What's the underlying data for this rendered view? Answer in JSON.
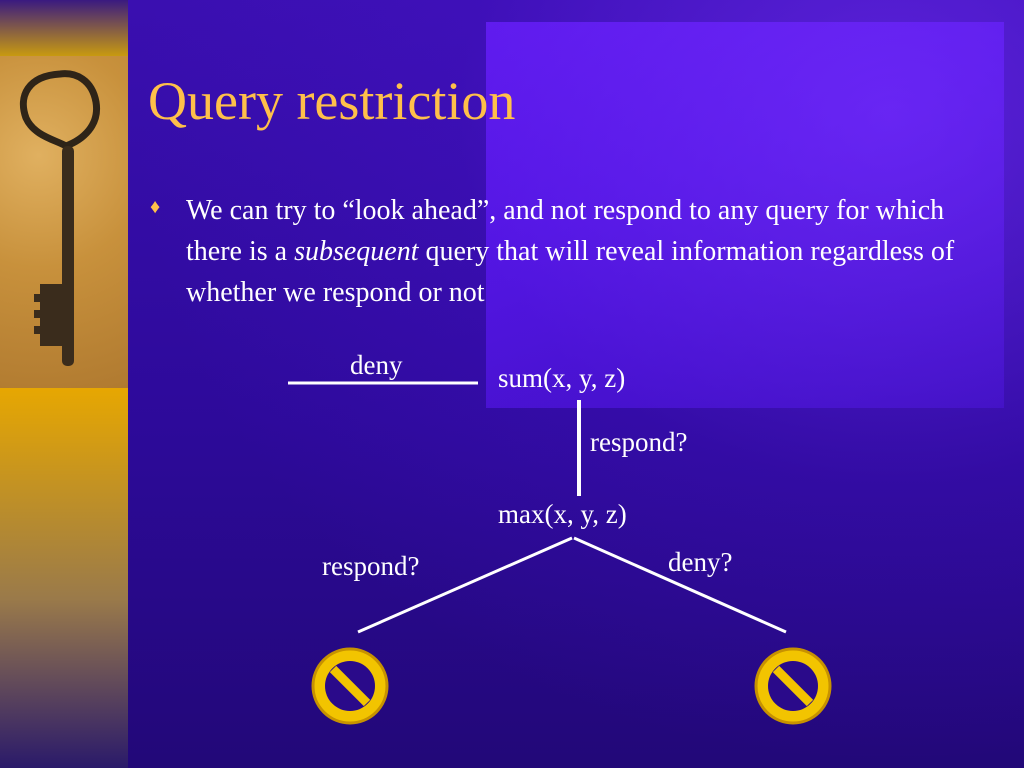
{
  "slide": {
    "title": "Query restriction",
    "bullet": {
      "marker": "♦",
      "text_before": "We can try to “look ahead”, and not respond to any query for which there is a ",
      "emphasis": "subsequent",
      "text_after": " query that will reveal information regardless of whether we respond or not"
    }
  },
  "diagram": {
    "deny_label": "deny",
    "top_node": "sum(x, y, z)",
    "respond_label_1": "respond?",
    "middle_node": "max(x, y, z)",
    "respond_label_2": "respond?",
    "deny_label_2": "deny?",
    "icons": [
      "no-entry-icon",
      "no-entry-icon"
    ]
  },
  "colors": {
    "title": "#ffc04a",
    "text": "#ffffff",
    "background": "#2d0a9a",
    "accent": "#ffc04a",
    "icon_stroke": "#e8b000"
  }
}
